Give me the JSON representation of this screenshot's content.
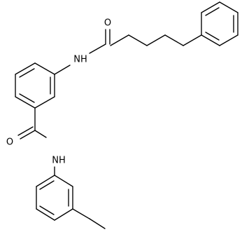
{
  "molecule": {
    "atoms": [
      {
        "id": "o_amide_top",
        "symbol": "O"
      },
      {
        "id": "nh_amide_top",
        "symbol": "NH"
      },
      {
        "id": "o_amide_bottom",
        "symbol": "O"
      },
      {
        "id": "nh_amide_bottom",
        "symbol": "NH"
      }
    ],
    "bond_color": "#000000",
    "label_color": "#000000",
    "background": "#ffffff"
  }
}
